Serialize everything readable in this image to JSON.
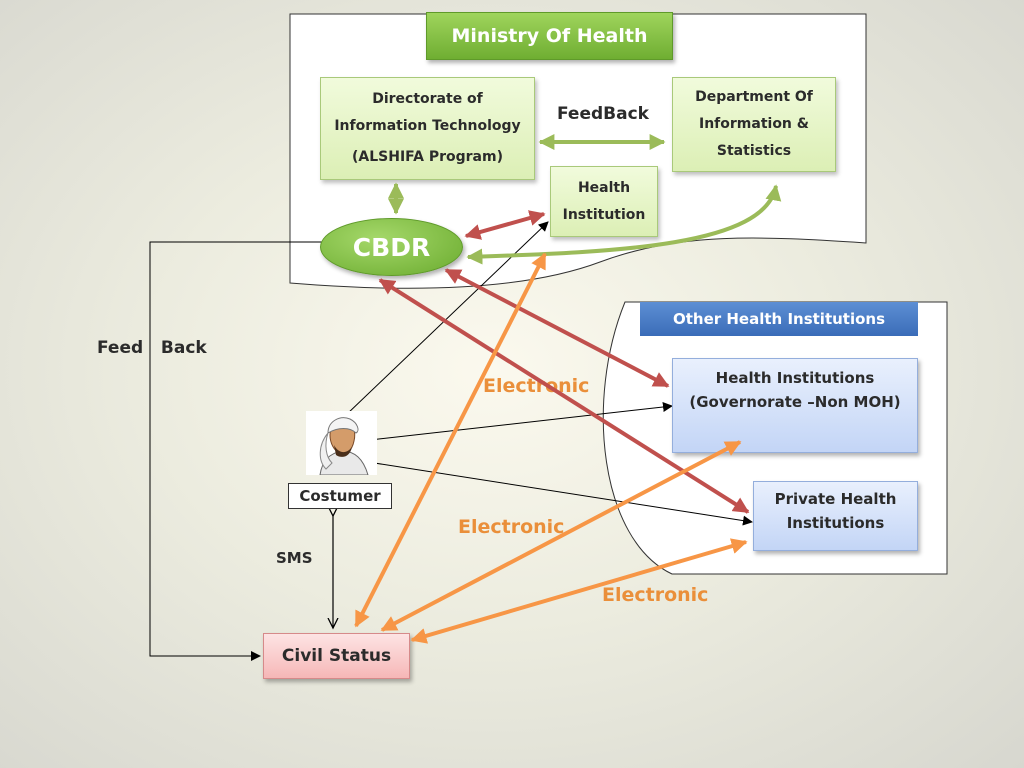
{
  "ministry": {
    "title": "Ministry Of Health"
  },
  "directorate": {
    "line1": "Directorate of",
    "line2": "Information Technology",
    "line3": "(ALSHIFA Program)"
  },
  "department": {
    "line1": "Department Of",
    "line2": "Information &",
    "line3": "Statistics"
  },
  "feedback_top": "FeedBack",
  "health_institution": {
    "line1": "Health",
    "line2": "Institution"
  },
  "cbdr": "CBDR",
  "other_health": {
    "title": "Other Health Institutions",
    "governorate": {
      "line1": "Health Institutions",
      "line2": "(Governorate  –Non MOH)"
    },
    "private": {
      "line1": "Private Health",
      "line2": "Institutions"
    }
  },
  "feed_back_left": "Feed   Back",
  "electronic_labels": [
    "Electronic",
    "Electronic",
    "Electronic"
  ],
  "costumer": "Costumer",
  "sms": "SMS",
  "civil_status": "Civil Status",
  "colors": {
    "green_arrow": "#9bbb59",
    "red_arrow": "#c0504d",
    "orange_arrow": "#f79646",
    "moh_green": "#77b53a"
  }
}
